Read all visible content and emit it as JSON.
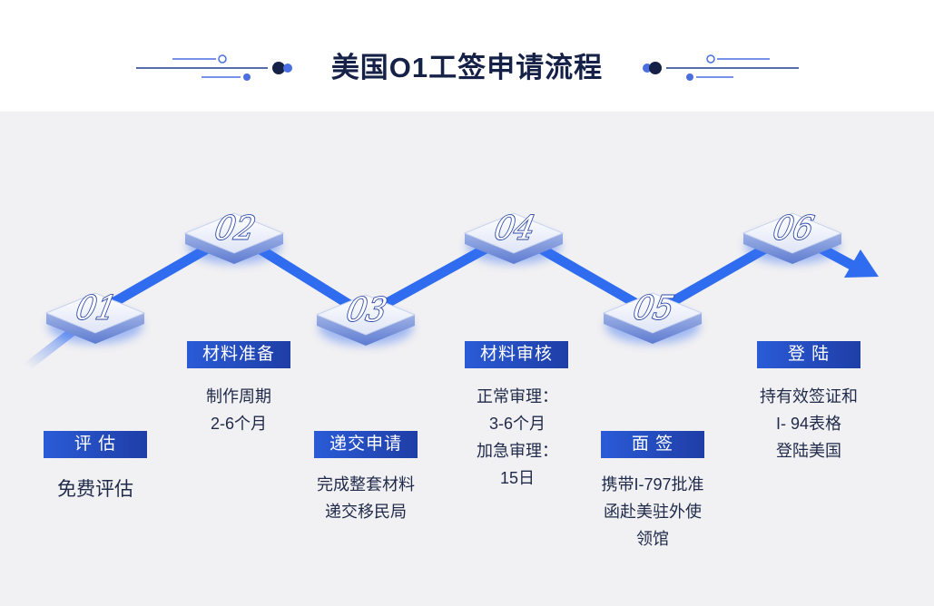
{
  "header": {
    "title": "美国O1工签申请流程"
  },
  "colors": {
    "accent": "#2f6cf0",
    "label_bg": "#2a5bd7",
    "panel_bg": "#f1f0f2",
    "text": "#152147"
  },
  "steps": [
    {
      "num": "01",
      "label": "评 估",
      "desc": [
        "免费评估"
      ]
    },
    {
      "num": "02",
      "label": "材料准备",
      "desc": [
        "制作周期",
        "2-6个月"
      ]
    },
    {
      "num": "03",
      "label": "递交申请",
      "desc": [
        "完成整套材料",
        "递交移民局"
      ]
    },
    {
      "num": "04",
      "label": "材料审核",
      "desc": [
        "正常审理：",
        "3-6个月",
        "加急审理：",
        "15日"
      ]
    },
    {
      "num": "05",
      "label": "面 签",
      "desc": [
        "携带I-797批准",
        "函赴美驻外使",
        "领馆"
      ]
    },
    {
      "num": "06",
      "label": "登 陆",
      "desc": [
        "持有效签证和",
        "I- 94表格",
        "登陆美国"
      ]
    }
  ]
}
